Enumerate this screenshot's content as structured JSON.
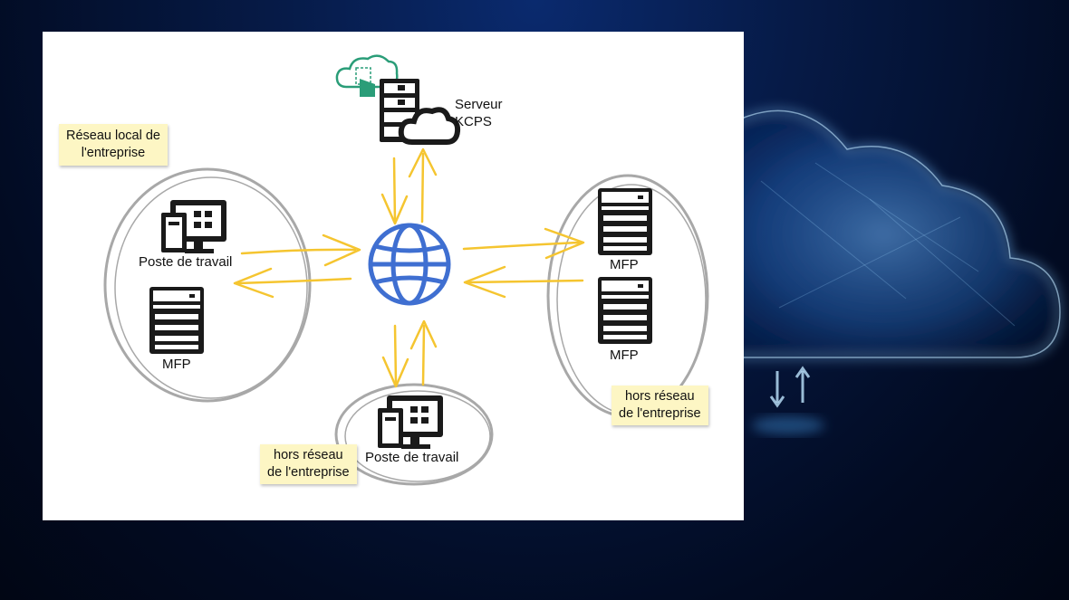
{
  "colors": {
    "arrow": "#f5c530",
    "globe": "#3f6fd1",
    "cloud_accent": "#2a9d78",
    "device": "#1a1a1a",
    "note_bg": "#fdf6c4",
    "background": "#061a46"
  },
  "icons": [
    "cloud-sync-icon",
    "server-icon",
    "globe-icon",
    "workstation-icon",
    "mfp-printer-icon",
    "background-cloud-icon"
  ],
  "server": {
    "label_line1": "Serveur",
    "label_line2": "KCPS"
  },
  "local_network": {
    "note_line1": "Réseau local de",
    "note_line2": "l'entreprise",
    "workstation_label": "Poste de travail",
    "mfp_label": "MFP"
  },
  "external_mfps": {
    "mfp1_label": "MFP",
    "mfp2_label": "MFP",
    "note_line1": "hors réseau",
    "note_line2": "de l'entreprise"
  },
  "external_workstation": {
    "label": "Poste de travail",
    "note_line1": "hors réseau",
    "note_line2": "de l'entreprise"
  }
}
